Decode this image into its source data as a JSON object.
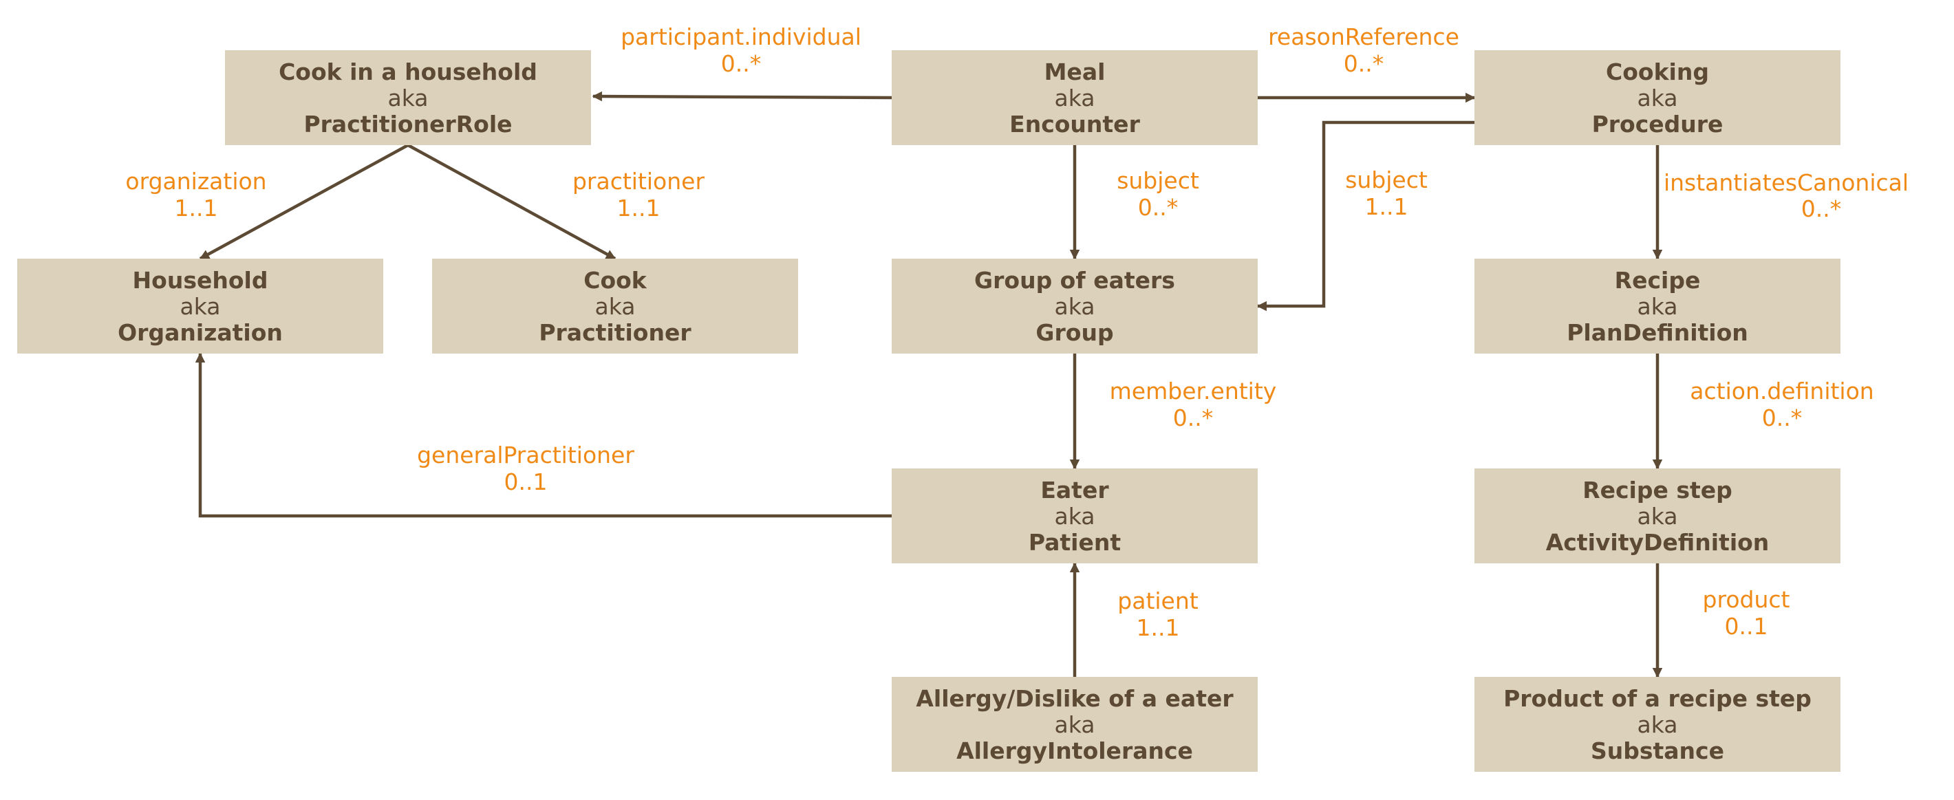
{
  "colors": {
    "node_fill": "#dcd1bb",
    "node_text": "#5c4a34",
    "edge": "#5c4a34",
    "edge_label": "#f08a17"
  },
  "nodes": [
    {
      "id": "cook-in-household",
      "title": "Cook in a household",
      "aka": "aka",
      "resource": "PractitionerRole"
    },
    {
      "id": "meal",
      "title": "Meal",
      "aka": "aka",
      "resource": "Encounter"
    },
    {
      "id": "cooking",
      "title": "Cooking",
      "aka": "aka",
      "resource": "Procedure"
    },
    {
      "id": "household",
      "title": "Household",
      "aka": "aka",
      "resource": "Organization"
    },
    {
      "id": "cook",
      "title": "Cook",
      "aka": "aka",
      "resource": "Practitioner"
    },
    {
      "id": "group-of-eaters",
      "title": "Group of eaters",
      "aka": "aka",
      "resource": "Group"
    },
    {
      "id": "recipe",
      "title": "Recipe",
      "aka": "aka",
      "resource": "PlanDefinition"
    },
    {
      "id": "eater",
      "title": "Eater",
      "aka": "aka",
      "resource": "Patient"
    },
    {
      "id": "recipe-step",
      "title": "Recipe step",
      "aka": "aka",
      "resource": "ActivityDefinition"
    },
    {
      "id": "allergy",
      "title": "Allergy/Dislike of a eater",
      "aka": "aka",
      "resource": "AllergyIntolerance"
    },
    {
      "id": "product",
      "title": "Product of a recipe step",
      "aka": "aka",
      "resource": "Substance"
    }
  ],
  "edges": [
    {
      "id": "participant-individual",
      "from": "meal",
      "to": "cook-in-household",
      "label": "participant.individual",
      "cardinality": "0..*"
    },
    {
      "id": "reason-reference",
      "from": "meal",
      "to": "cooking",
      "label": "reasonReference",
      "cardinality": "0..*"
    },
    {
      "id": "organization",
      "from": "cook-in-household",
      "to": "household",
      "label": "organization",
      "cardinality": "1..1"
    },
    {
      "id": "practitioner",
      "from": "cook-in-household",
      "to": "cook",
      "label": "practitioner",
      "cardinality": "1..1"
    },
    {
      "id": "meal-subject",
      "from": "meal",
      "to": "group-of-eaters",
      "label": "subject",
      "cardinality": "0..*"
    },
    {
      "id": "cooking-subject",
      "from": "cooking",
      "to": "group-of-eaters",
      "label": "subject",
      "cardinality": "1..1"
    },
    {
      "id": "instantiates-canonical",
      "from": "cooking",
      "to": "recipe",
      "label": "instantiatesCanonical",
      "cardinality": "0..*"
    },
    {
      "id": "member-entity",
      "from": "group-of-eaters",
      "to": "eater",
      "label": "member.entity",
      "cardinality": "0..*"
    },
    {
      "id": "action-definition",
      "from": "recipe",
      "to": "recipe-step",
      "label": "action.definition",
      "cardinality": "0..*"
    },
    {
      "id": "general-practitioner",
      "from": "eater",
      "to": "household",
      "label": "generalPractitioner",
      "cardinality": "0..1"
    },
    {
      "id": "patient",
      "from": "allergy",
      "to": "eater",
      "label": "patient",
      "cardinality": "1..1"
    },
    {
      "id": "product",
      "from": "recipe-step",
      "to": "product",
      "label": "product",
      "cardinality": "0..1"
    }
  ]
}
